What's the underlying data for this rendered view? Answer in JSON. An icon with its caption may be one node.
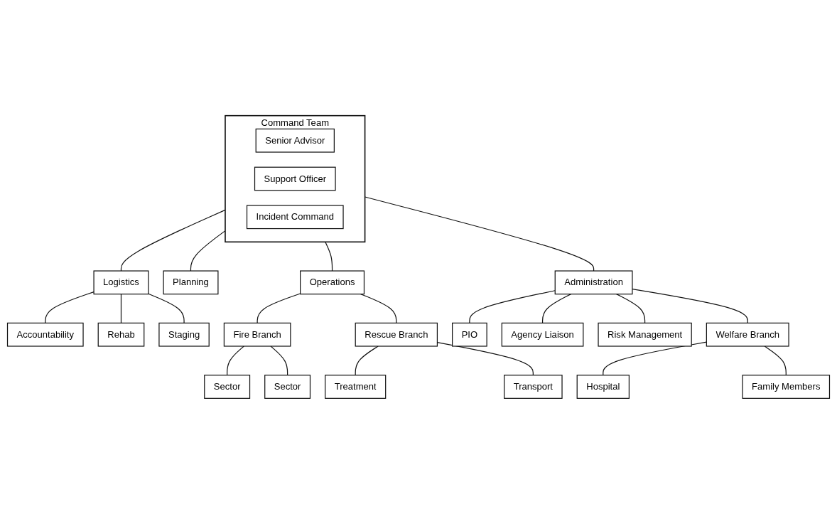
{
  "diagram": {
    "nodes": [
      {
        "text": [
          "Command Team"
        ]
      },
      {
        "text": [
          "Senior Advisor"
        ],
        "in": 0
      },
      {
        "text": [
          "Support Officer"
        ],
        "in": 0
      },
      {
        "text": [
          "Incident Command"
        ],
        "in": 0
      },
      {
        "text": [
          "Logistics"
        ]
      },
      {
        "text": [
          "Planning"
        ]
      },
      {
        "text": [
          "Operations"
        ]
      },
      {
        "text": [
          "Administration"
        ]
      },
      {
        "text": [
          "Accountability"
        ]
      },
      {
        "text": [
          "Rehab"
        ]
      },
      {
        "text": [
          "Staging"
        ]
      },
      {
        "text": [
          "Fire Branch"
        ]
      },
      {
        "text": [
          "Rescue Branch"
        ]
      },
      {
        "text": [
          "Sector"
        ]
      },
      {
        "text": [
          "Sector"
        ]
      },
      {
        "text": [
          "Treatment"
        ]
      },
      {
        "text": [
          "Transport"
        ]
      },
      {
        "text": [
          "PIO"
        ]
      },
      {
        "text": [
          "Agency Liaison"
        ]
      },
      {
        "text": [
          "Risk Management"
        ]
      },
      {
        "text": [
          "Welfare Branch"
        ]
      },
      {
        "text": [
          "Hospital"
        ]
      },
      {
        "text": [
          "Family Members"
        ]
      }
    ],
    "edges": [
      {
        "from": 0,
        "to": 4,
        "arrow": "none"
      },
      {
        "from": 0,
        "to": 5,
        "arrow": "none"
      },
      {
        "from": 0,
        "to": 6,
        "arrow": "none"
      },
      {
        "from": 0,
        "to": 7,
        "arrow": "none"
      },
      {
        "from": 4,
        "to": 8,
        "arrow": "none"
      },
      {
        "from": 4,
        "to": 9,
        "arrow": "none"
      },
      {
        "from": 4,
        "to": 10,
        "arrow": "none"
      },
      {
        "from": 6,
        "to": 11,
        "arrow": "none"
      },
      {
        "from": 6,
        "to": 12,
        "arrow": "none"
      },
      {
        "from": 11,
        "to": 13,
        "arrow": "none"
      },
      {
        "from": 11,
        "to": 14,
        "arrow": "none"
      },
      {
        "from": 12,
        "to": 15,
        "arrow": "none"
      },
      {
        "from": 12,
        "to": 16,
        "arrow": "none"
      },
      {
        "from": 7,
        "to": 17,
        "arrow": "none"
      },
      {
        "from": 7,
        "to": 18,
        "arrow": "none"
      },
      {
        "from": 7,
        "to": 19,
        "arrow": "none"
      },
      {
        "from": 7,
        "to": 20,
        "arrow": "none"
      },
      {
        "from": 20,
        "to": 21,
        "arrow": "none"
      },
      {
        "from": 20,
        "to": 22,
        "arrow": "none"
      }
    ]
  }
}
